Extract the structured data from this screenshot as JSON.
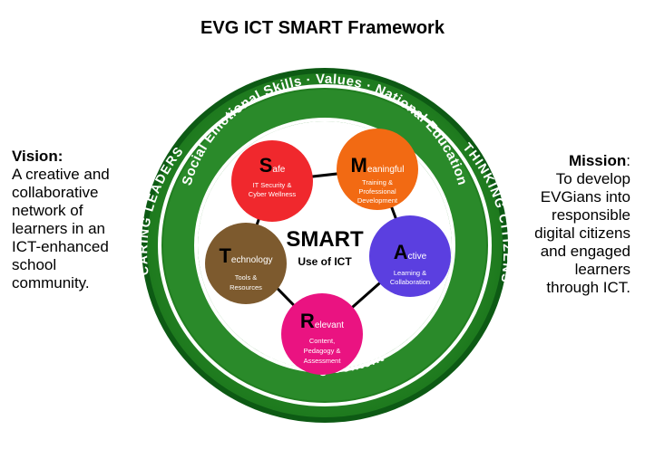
{
  "title": "EVG ICT SMART Framework",
  "vision": {
    "heading": "Vision:",
    "text": "A creative and collaborative network of learners in an ICT-enhanced school community."
  },
  "mission": {
    "heading": "Mission",
    "colon": ":",
    "text": "To develop EVGians into responsible digital citizens and engaged learners through ICT."
  },
  "ring_labels": {
    "top": "Social Emotional Skills · Values · National Education",
    "left": "CARING LEADERS",
    "right": "THINKING CITIZENS",
    "bottom": "Learning Content"
  },
  "center": {
    "title": "SMART",
    "subtitle": "Use of ICT"
  },
  "nodes": [
    {
      "letter": "S",
      "word": "afe",
      "desc1": "IT Security &",
      "desc2": "Cyber Wellness",
      "desc3": "",
      "color": "#f0282d"
    },
    {
      "letter": "M",
      "word": "eaningful",
      "desc1": "Training &",
      "desc2": "Professional",
      "desc3": "Development",
      "color": "#f26a13"
    },
    {
      "letter": "A",
      "word": "ctive",
      "desc1": "Learning &",
      "desc2": "Collaboration",
      "desc3": "",
      "color": "#5b3fe0"
    },
    {
      "letter": "R",
      "word": "elevant",
      "desc1": "Content,",
      "desc2": "Pedagogy &",
      "desc3": "Assessment",
      "color": "#ea1381"
    },
    {
      "letter": "T",
      "word": "echnology",
      "desc1": "Tools &",
      "desc2": "Resources",
      "desc3": "",
      "color": "#7d5a2e"
    }
  ],
  "colors": {
    "ring_dark": "#0d5a14",
    "ring_mid": "#2a8a2a",
    "ring_light": "#3fa33a",
    "pentagon": "#000000"
  }
}
